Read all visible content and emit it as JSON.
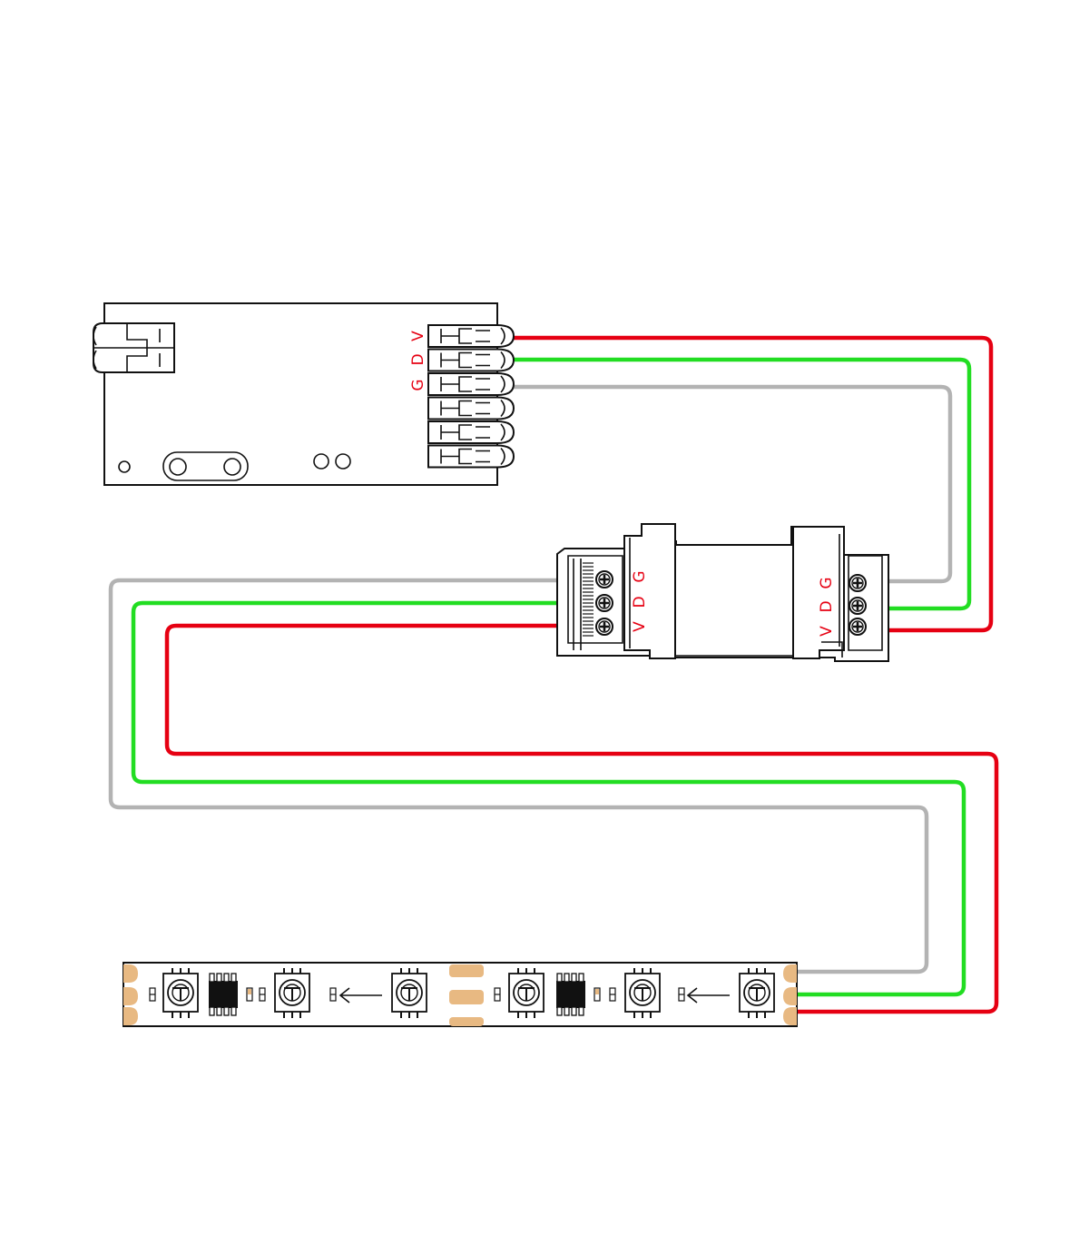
{
  "colors": {
    "red": "#e60012",
    "green": "#22dd22",
    "gray": "#b3b3b3",
    "label": "#e60012",
    "pad": "#e8b982",
    "ink": "#111111"
  },
  "controller": {
    "pin_labels": [
      "G",
      "D",
      "V"
    ]
  },
  "splice_connector": {
    "left_pin_labels": [
      "V",
      "D",
      "G"
    ],
    "right_pin_labels": [
      "G",
      "D",
      "V"
    ]
  },
  "led_strip": {
    "data_direction_arrows": 2,
    "led_chips": 6,
    "ic_chips": 2
  },
  "wires": [
    {
      "signal": "V",
      "color": "red"
    },
    {
      "signal": "D",
      "color": "green"
    },
    {
      "signal": "G",
      "color": "gray"
    }
  ]
}
